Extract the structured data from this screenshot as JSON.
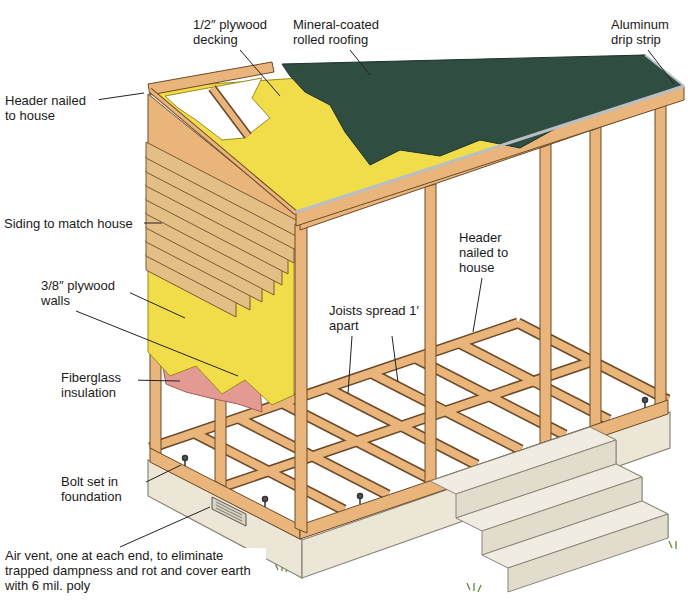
{
  "diagram": {
    "labels": [
      "1/2″ plywood decking",
      "Mineral-coated rolled roofing",
      "Aluminum drip strip",
      "Header nailed to house",
      "Siding to match house",
      "Header nailed to house",
      "3/8″ plywood walls",
      "Joists spread 1′ apart",
      "Fiberglass insulation",
      "Bolt set in foundation",
      "Air vent, one at each end, to eliminate trapped dampness and rot and cover earth with 6 mil. poly"
    ]
  }
}
